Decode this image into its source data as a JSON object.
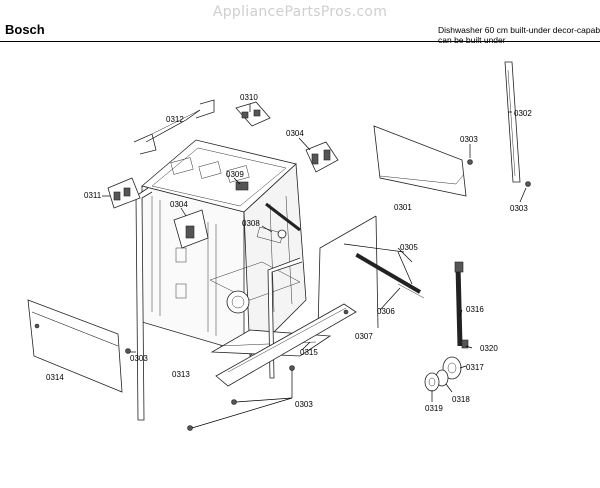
{
  "watermark": "AppliancePartsPros.com",
  "brand": "Bosch",
  "description": [
    "Dishwasher 60 cm built-under decor-capab",
    "can be built under"
  ],
  "part_labels": {
    "p0310": "0310",
    "p0312": "0312",
    "p0304a": "0304",
    "p0309": "0309",
    "p0311": "0311",
    "p0304b": "0304",
    "p0308": "0308",
    "p0303a": "0303",
    "p0302": "0302",
    "p0303b": "0303",
    "p0301": "0301",
    "p0305": "0305",
    "p0306": "0306",
    "p0307": "0307",
    "p0316": "0316",
    "p0320": "0320",
    "p0317": "0317",
    "p0318": "0318",
    "p0319": "0319",
    "p0315": "0315",
    "p0313": "0313",
    "p0314": "0314",
    "p0303c": "0303",
    "p0303d": "0303"
  }
}
